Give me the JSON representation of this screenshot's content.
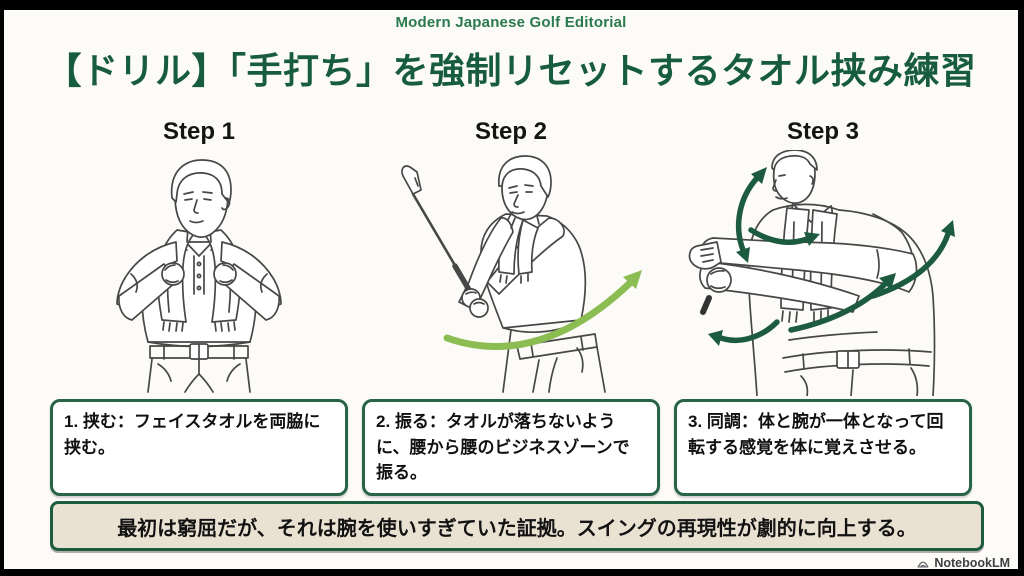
{
  "header": {
    "brand": "Modern Japanese Golf Editorial",
    "title": "【ドリル】「手打ち」を強制リセットするタオル挟み練習"
  },
  "steps": [
    {
      "label": "Step 1",
      "caption": "1. 挟む：フェイスタオルを両脇に挟む。",
      "illustration": "man-holding-towel-around-neck"
    },
    {
      "label": "Step 2",
      "caption": "2. 振る：タオルが落ちないように、腰から腰のビジネスゾーンで振る。",
      "illustration": "golfer-swinging-club-with-towel-and-green-arc"
    },
    {
      "label": "Step 3",
      "caption": "3. 同調：体と腕が一体となって回転する感覚を体に覚えさせる。",
      "illustration": "torso-and-arms-rotating-with-green-arrows"
    }
  ],
  "banner": {
    "text": "最初は窮屈だが、それは腕を使いすぎていた証拠。スイングの再現性が劇的に向上する。"
  },
  "watermark": {
    "label": "NotebookLM",
    "icon": "notebooklm-logo"
  },
  "colors": {
    "title_green": "#175c3c",
    "brand_green": "#2a7a4d",
    "box_border_green": "#2a6447",
    "banner_beige": "#e9e1d2",
    "swing_arc_light_green": "#8cbd52",
    "rotation_arrow_dark_green": "#1d5b40",
    "line_art_gray": "#474747",
    "frame_black": "#000000"
  }
}
